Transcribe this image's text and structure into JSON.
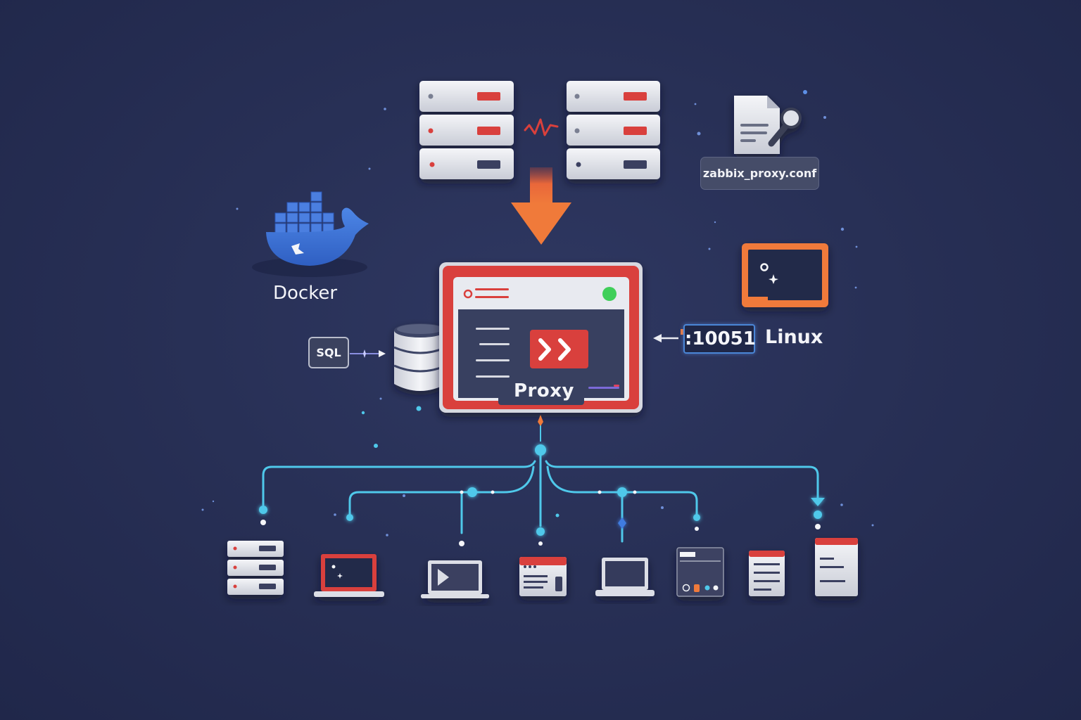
{
  "labels": {
    "config_file": "zabbix_proxy.conf",
    "docker": "Docker",
    "linux": "Linux",
    "port": ":10051",
    "proxy": "Proxy",
    "sql": "SQL"
  },
  "colors": {
    "background": "#262d52",
    "accent_red": "#d9403c",
    "accent_orange": "#f07a3a",
    "connector_cyan": "#4fc8ea",
    "docker_blue": "#3f76d8",
    "status_green": "#3fcf5a"
  },
  "icons": [
    "server-rack-icon",
    "signal-wave-icon",
    "arrow-down-icon",
    "config-file-icon",
    "docker-whale-icon",
    "terminal-window-icon",
    "database-icon",
    "proxy-window-icon",
    "laptop-icon",
    "monitor-icon",
    "document-icon"
  ]
}
